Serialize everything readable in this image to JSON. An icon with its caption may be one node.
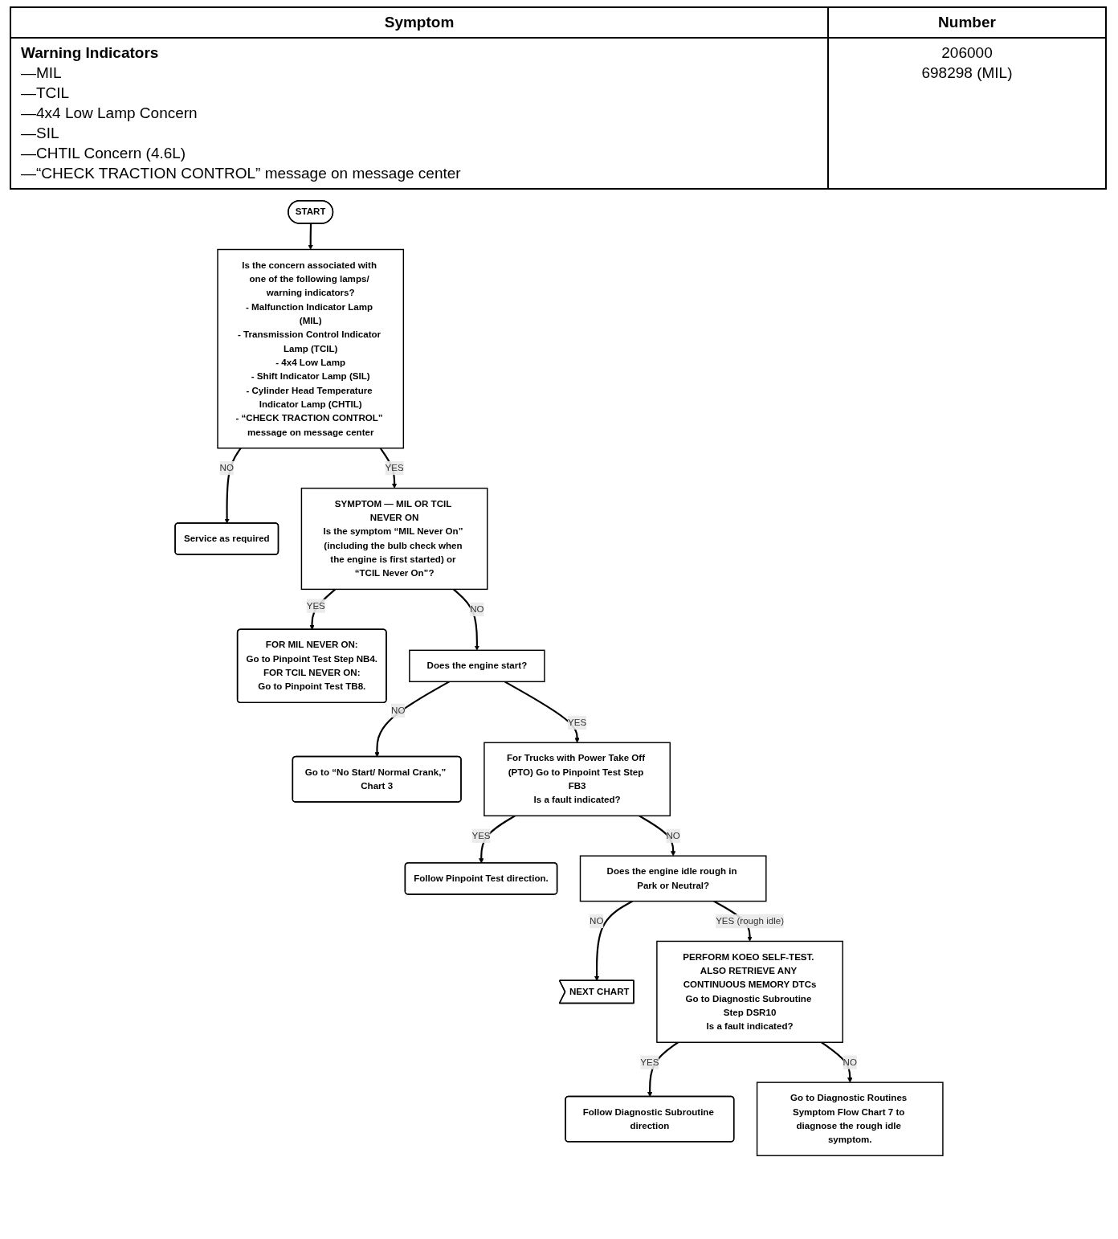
{
  "diagram": {
    "nodes": [
      {
        "text": [
          "START"
        ]
      },
      {
        "text": [
          "Is the concern associated with one of the following lamps/ warning indicators?",
          "- Malfunction Indicator Lamp (MIL)",
          "- Transmission Control Indicator Lamp (TCIL)",
          "- 4x4 Low Lamp",
          "- Shift Indicator Lamp (SIL)",
          "- Cylinder Head Temperature Indicator Lamp (CHTIL)",
          "- “CHECK TRACTION CONTROL” message on message center"
        ]
      },
      {
        "text": [
          "Service as required"
        ]
      },
      {
        "text": [
          "SYMPTOM — MIL OR TCIL NEVER ON",
          "Is the symptom “MIL Never On” (including the bulb check when the engine is first started) or “TCIL Never On”?"
        ]
      },
      {
        "text": [
          "FOR MIL NEVER ON:",
          "Go to Pinpoint Test Step NB4.",
          "FOR TCIL NEVER ON:",
          "Go to Pinpoint Test TB8."
        ]
      },
      {
        "text": [
          "Does the engine start?"
        ]
      },
      {
        "text": [
          "Go to “No Start/ Normal Crank,” Chart 3"
        ]
      },
      {
        "text": [
          "For Trucks with Power Take Off (PTO) Go to Pinpoint Test Step FB3",
          "Is a fault indicated?"
        ]
      },
      {
        "text": [
          "Follow Pinpoint Test direction."
        ]
      },
      {
        "text": [
          "Does the engine idle rough in Park or Neutral?"
        ]
      },
      {
        "text": [
          "NEXT CHART"
        ]
      },
      {
        "text": [
          "PERFORM KOEO SELF-TEST. ALSO RETRIEVE ANY CONTINUOUS MEMORY DTCs",
          "Go to Diagnostic Subroutine Step DSR10",
          "Is a fault indicated?"
        ]
      },
      {
        "text": [
          "Follow Diagnostic Subroutine direction"
        ]
      },
      {
        "text": [
          "Go to Diagnostic Routines Symptom Flow Chart 7 to diagnose the rough idle symptom."
        ]
      }
    ],
    "edges": [
      {
        "from": 0,
        "to": 1,
        "arrow": "to"
      },
      {
        "from": 1,
        "to": 2,
        "arrow": "to",
        "label": "NO"
      },
      {
        "from": 1,
        "to": 3,
        "arrow": "to",
        "label": "YES"
      },
      {
        "from": 3,
        "to": 4,
        "arrow": "to",
        "label": "YES"
      },
      {
        "from": 3,
        "to": 5,
        "arrow": "to",
        "label": "NO"
      },
      {
        "from": 5,
        "to": 6,
        "arrow": "to",
        "label": "NO"
      },
      {
        "from": 5,
        "to": 7,
        "arrow": "to",
        "label": "YES"
      },
      {
        "from": 7,
        "to": 8,
        "arrow": "to",
        "label": "YES"
      },
      {
        "from": 7,
        "to": 9,
        "arrow": "to",
        "label": "NO"
      },
      {
        "from": 9,
        "to": 10,
        "arrow": "to",
        "label": "NO"
      },
      {
        "from": 9,
        "to": 11,
        "arrow": "to",
        "label": "YES (rough idle)"
      },
      {
        "from": 11,
        "to": 12,
        "arrow": "to",
        "label": "YES"
      },
      {
        "from": 11,
        "to": 13,
        "arrow": "to",
        "label": "NO"
      }
    ],
    "labels": [
      "Symptom",
      "Number",
      "Warning Indicators",
      "—MIL",
      "—TCIL",
      "—4x4 Low Lamp Concern",
      "—SIL",
      "—CHTIL Concern (4.6L)",
      "—“CHECK TRACTION CONTROL” message on message center",
      "206000",
      "698298 (MIL)"
    ]
  }
}
